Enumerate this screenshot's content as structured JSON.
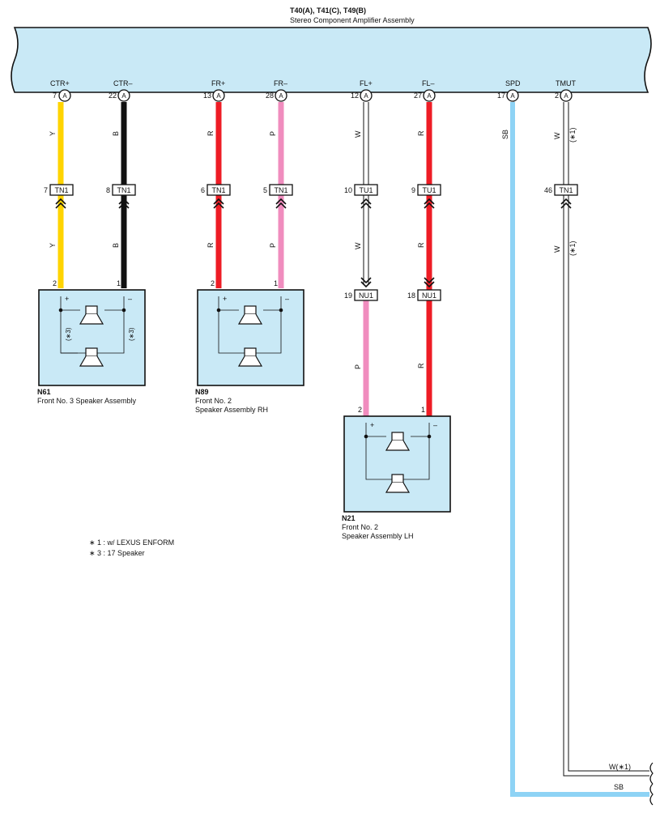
{
  "amplifier": {
    "connectors": "T40(A), T41(C), T49(B)",
    "name": "Stereo Component Amplifier Assembly",
    "terminals": [
      {
        "id": "ctr-plus",
        "label": "CTR+",
        "pin": "7",
        "conn": "A"
      },
      {
        "id": "ctr-minus",
        "label": "CTR–",
        "pin": "22",
        "conn": "A"
      },
      {
        "id": "fr-plus",
        "label": "FR+",
        "pin": "13",
        "conn": "A"
      },
      {
        "id": "fr-minus",
        "label": "FR–",
        "pin": "28",
        "conn": "A"
      },
      {
        "id": "fl-plus",
        "label": "FL+",
        "pin": "12",
        "conn": "A"
      },
      {
        "id": "fl-minus",
        "label": "FL–",
        "pin": "27",
        "conn": "A"
      },
      {
        "id": "spd",
        "label": "SPD",
        "pin": "17",
        "conn": "A"
      },
      {
        "id": "tmut",
        "label": "TMUT",
        "pin": "2",
        "conn": "A"
      }
    ]
  },
  "wires": [
    {
      "id": "ctr-plus",
      "color_code": "Y",
      "hex": "#ffd400"
    },
    {
      "id": "ctr-minus",
      "color_code": "B",
      "hex": "#111111"
    },
    {
      "id": "fr-plus",
      "color_code": "R",
      "hex": "#ee1c25"
    },
    {
      "id": "fr-minus",
      "color_code": "P",
      "hex": "#f08cbe"
    },
    {
      "id": "fl-plus",
      "color_code": "W",
      "hex": "#ffffff"
    },
    {
      "id": "fl-minus",
      "color_code": "R",
      "hex": "#ee1c25"
    },
    {
      "id": "spd",
      "color_code": "SB",
      "hex": "#8ed3f5"
    },
    {
      "id": "tmut",
      "color_code": "W",
      "hex": "#ffffff",
      "note": "(∗1)"
    }
  ],
  "junctions": {
    "tn1_ctr_plus": {
      "pin": "7",
      "name": "TN1"
    },
    "tn1_ctr_minus": {
      "pin": "8",
      "name": "TN1"
    },
    "tn1_fr_plus": {
      "pin": "6",
      "name": "TN1"
    },
    "tn1_fr_minus": {
      "pin": "5",
      "name": "TN1"
    },
    "tu1_fl_plus": {
      "pin": "10",
      "name": "TU1"
    },
    "tu1_fl_minus": {
      "pin": "9",
      "name": "TU1"
    },
    "tn1_tmut": {
      "pin": "46",
      "name": "TN1"
    },
    "nu1_fl_plus": {
      "pin": "19",
      "name": "NU1"
    },
    "nu1_fl_minus": {
      "pin": "18",
      "name": "NU1"
    }
  },
  "speakers": {
    "n61": {
      "code": "N61",
      "name_line1": "Front No. 3 Speaker Assembly",
      "name_line2": "",
      "pin_plus": "2",
      "pin_minus": "1",
      "note": "(∗3)"
    },
    "n89": {
      "code": "N89",
      "name_line1": "Front No. 2",
      "name_line2": "Speaker Assembly RH",
      "pin_plus": "2",
      "pin_minus": "1"
    },
    "n21": {
      "code": "N21",
      "name_line1": "Front No. 2",
      "name_line2": "Speaker Assembly LH",
      "pin_plus": "2",
      "pin_minus": "1"
    }
  },
  "symbols": {
    "plus": "+",
    "minus": "–"
  },
  "notes": [
    "∗ 1 : w/ LEXUS ENFORM",
    "∗ 3 : 17 Speaker"
  ],
  "exits": {
    "tmut": "W(∗1)",
    "spd": "SB"
  }
}
